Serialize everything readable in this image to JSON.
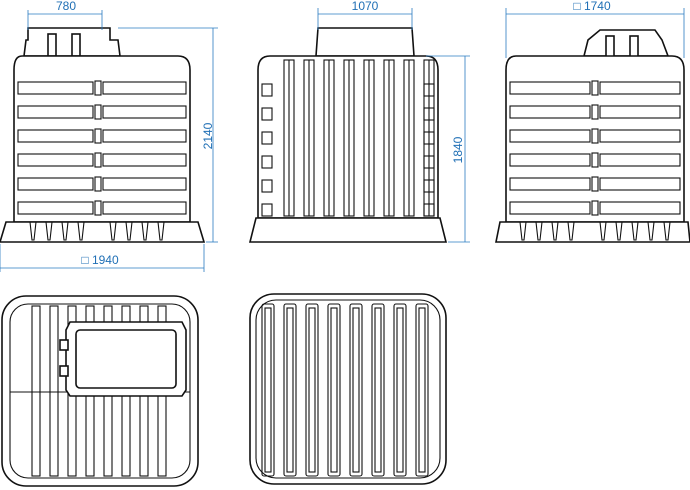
{
  "colors": {
    "dimension": "#1f6fb5",
    "outline": "#111111"
  },
  "views": {
    "front": {
      "width_label": "780",
      "height_label": "2140",
      "base_label": "□ 1940"
    },
    "side": {
      "width_label": "1070",
      "height_label": "1840"
    },
    "back": {
      "width_label": "□ 1740"
    },
    "top": {},
    "bottom": {}
  }
}
